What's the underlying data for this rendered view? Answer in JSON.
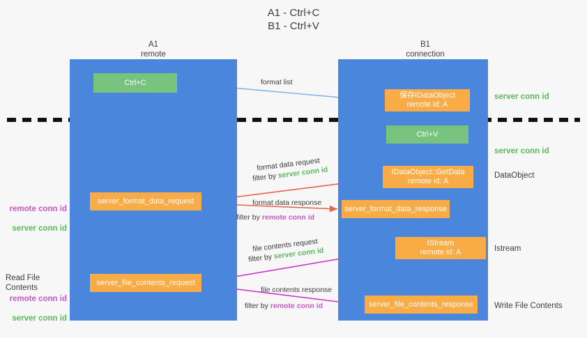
{
  "title": "A1 - Ctrl+C\nB1 - Ctrl+V",
  "lanes": {
    "left": {
      "name": "A1",
      "subtitle": "remote",
      "label": "A1\nremote"
    },
    "right": {
      "name": "B1",
      "subtitle": "connection",
      "label": "B1\nconnection"
    }
  },
  "boxes": {
    "ctrl_c": "Ctrl+C",
    "ctrl_v": "Ctrl+V",
    "idataobject": "保存IDataObject\nremote id: A",
    "getdata": "IDataObject::GetData\nremote id: A",
    "istream": "IStream\nremote id: A",
    "server_format_data_request": "server_format_data_request",
    "server_format_data_response": "server_format_data_response",
    "server_file_contents_request": "server_file_contents_request",
    "server_file_contents_response": "server_file_contents_response"
  },
  "side_labels": {
    "server_conn_id_top": "server conn id",
    "server_conn_id_mid": "server conn id",
    "dataobject": "DataObject",
    "istream": "Istream",
    "write_file_contents": "Write File Contents",
    "read_file_contents": "Read File Contents",
    "remote_conn_id": "remote conn id",
    "server_conn_id": "server conn id"
  },
  "edges": {
    "format_list": "format list",
    "format_data_request": "format data request",
    "format_data_response": "format data response",
    "file_contents_request": "file contents request",
    "file_contents_response": "file contents response",
    "filter_by": "filter by ",
    "remote_conn_id": "remote conn id",
    "server_conn_id": "server conn id"
  },
  "colors": {
    "lane_blue": "#4a86dc",
    "box_green": "#78c37d",
    "box_orange": "#f9ab45",
    "server_conn_green": "#5cb85c",
    "remote_conn_purple": "#cc55cc",
    "arrow_light_blue": "#7eb5e8",
    "arrow_red": "#e8604c",
    "arrow_magenta": "#cc33cc",
    "arrow_black": "#111111",
    "background": "#f7f7f7"
  }
}
